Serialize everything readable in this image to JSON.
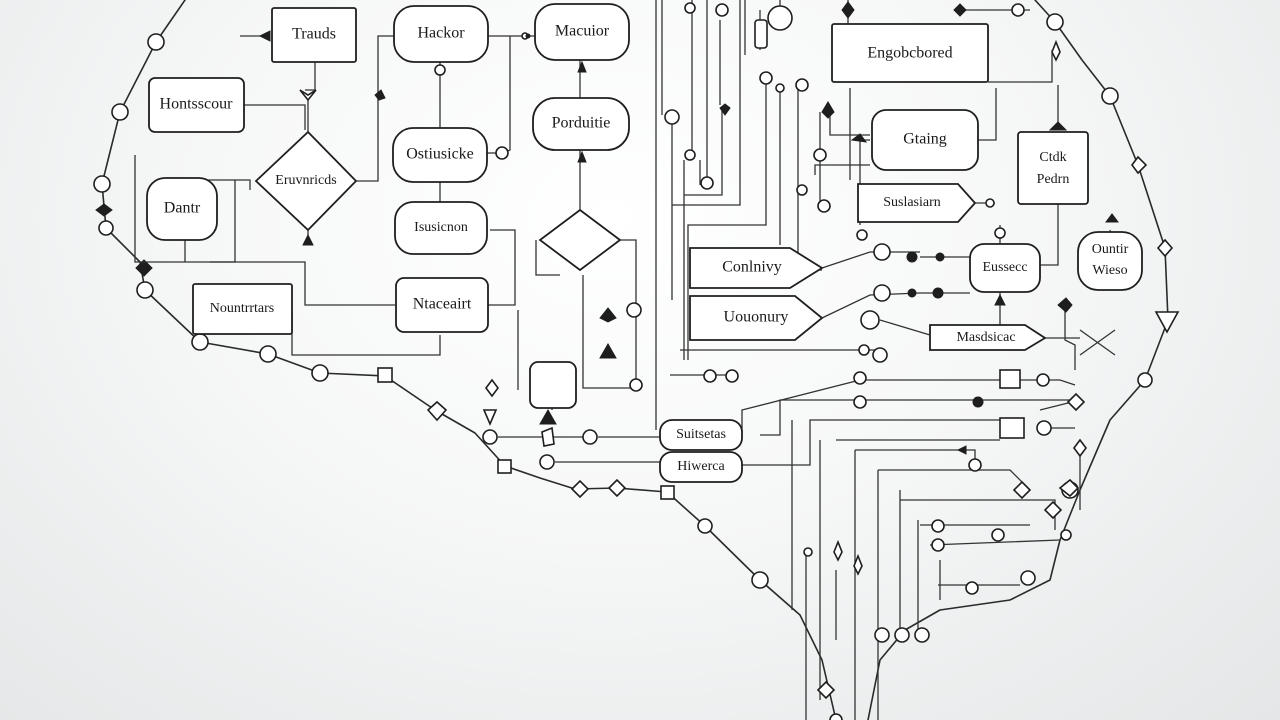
{
  "labels": {
    "trauds": "Trauds",
    "hackor": "Hackor",
    "macuior": "Macuior",
    "engobcbored": "Engobcbored",
    "hontsscour": "Hontsscour",
    "porduitie": "Porduitie",
    "ostiusicke": "Ostiusicke",
    "gtaing": "Gtaing",
    "ctdk_line1": "Ctdk",
    "ctdk_line2": "Pedrn",
    "dantr": "Dantr",
    "eruvnricds": "Eruvnricds",
    "isusicnon": "Isusicnon",
    "suslasiarn": "Suslasiarn",
    "ountir_line1": "Ountir",
    "ountir_line2": "Wieso",
    "conlnivy": "Conlnivy",
    "eussecc": "Eussecc",
    "nountrrtars": "Nountrrtars",
    "ntaceairt": "Ntaceairt",
    "uouonury": "Uouonury",
    "masdsicac": "Masdsicac",
    "suitsetas": "Suitsetas",
    "hiwerca": "Hiwerca"
  }
}
